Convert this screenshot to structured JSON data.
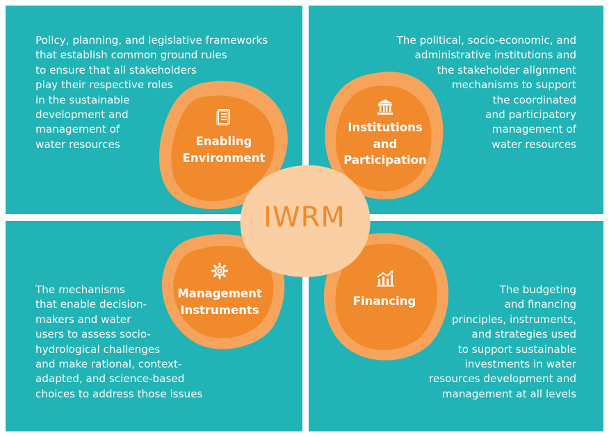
{
  "center": {
    "label": "IWRM"
  },
  "pillars": {
    "enabling": {
      "label_lines": [
        "Enabling",
        "Environment"
      ],
      "icon": "document-list-icon",
      "description_lines": [
        "Policy, planning, and legislative frameworks",
        "that establish common ground rules",
        "to ensure that all stakeholders",
        "play their respective roles",
        "in the sustainable",
        "development and",
        "management of",
        "water resources"
      ]
    },
    "institutions": {
      "label_lines": [
        "Institutions",
        "and",
        "Participation"
      ],
      "icon": "institution-building-icon",
      "description_lines": [
        "The political, socio-economic, and",
        "administrative institutions and",
        "the stakeholder alignment",
        "mechanisms to support",
        "the coordinated",
        "and participatory",
        "management of",
        "water resources"
      ]
    },
    "management": {
      "label_lines": [
        "Management",
        "Instruments"
      ],
      "icon": "gear-icon",
      "description_lines": [
        "The mechanisms",
        "that enable decision-",
        "makers and water",
        "users to assess socio-",
        "hydrological challenges",
        "and make rational, context-",
        "adapted, and science-based",
        "choices to address those issues"
      ]
    },
    "financing": {
      "label_lines": [
        "Financing"
      ],
      "icon": "growth-chart-icon",
      "description_lines": [
        "The budgeting",
        "and financing",
        "principles, instruments,",
        "and strategies used",
        "to support sustainable",
        "investments in water",
        "resources development and",
        "management at all levels"
      ]
    }
  },
  "colors": {
    "quadrant_bg": "#21b3b5",
    "petal_dark": "#f08a2c",
    "petal_light": "#f6a45c",
    "center_fill": "#fbcfa4",
    "text_white": "#ffffff"
  }
}
